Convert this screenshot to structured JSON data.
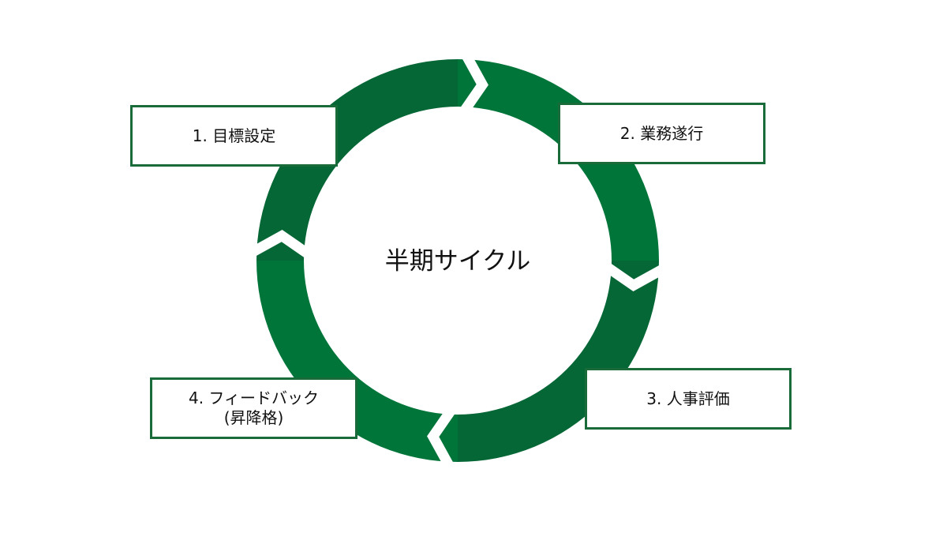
{
  "title": "半期サイクル",
  "steps": [
    {
      "label": "1. 目標設定"
    },
    {
      "label": "2. 業務遂行"
    },
    {
      "label": "3. 人事評価"
    },
    {
      "label": "4. フィードバック",
      "sublabel": "(昇降格)"
    }
  ],
  "colors": {
    "dark_green": "#066736",
    "light_green": "#00753a",
    "border": "#1a6b3a"
  }
}
